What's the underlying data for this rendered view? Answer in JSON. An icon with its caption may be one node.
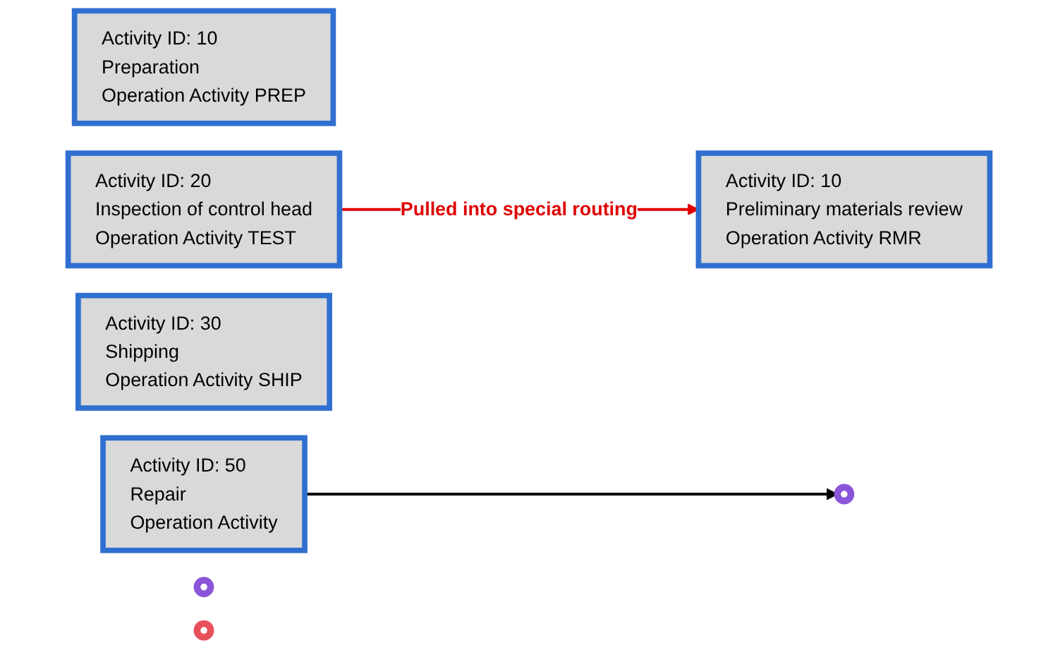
{
  "diagram": {
    "nodes": [
      {
        "text": [
          "Activity ID: 10",
          "Preparation",
          "Operation Activity PREP"
        ]
      },
      {
        "text": [
          "Activity ID: 20",
          "Inspection of control head",
          "Operation Activity TEST"
        ]
      },
      {
        "text": [
          "Activity ID: 30",
          "Shipping",
          "Operation Activity SHIP"
        ]
      },
      {
        "text": [
          "Activity ID: 10",
          "Preliminary materials review",
          "Operation Activity RMR"
        ]
      },
      {
        "text": [
          "Activity ID: 50",
          "Repair",
          "Operation Activity"
        ]
      },
      {
        "text": [],
        "shape": "circle"
      },
      {
        "text": [],
        "shape": "circle"
      },
      {
        "text": [],
        "shape": "circle"
      }
    ],
    "edges": [
      {
        "from": 1,
        "to": 3,
        "arrow": "to",
        "label": "Pulled into special routing",
        "color": "#e00000"
      },
      {
        "from": 4,
        "to": 7,
        "arrow": "to",
        "color": "#000000"
      }
    ]
  }
}
